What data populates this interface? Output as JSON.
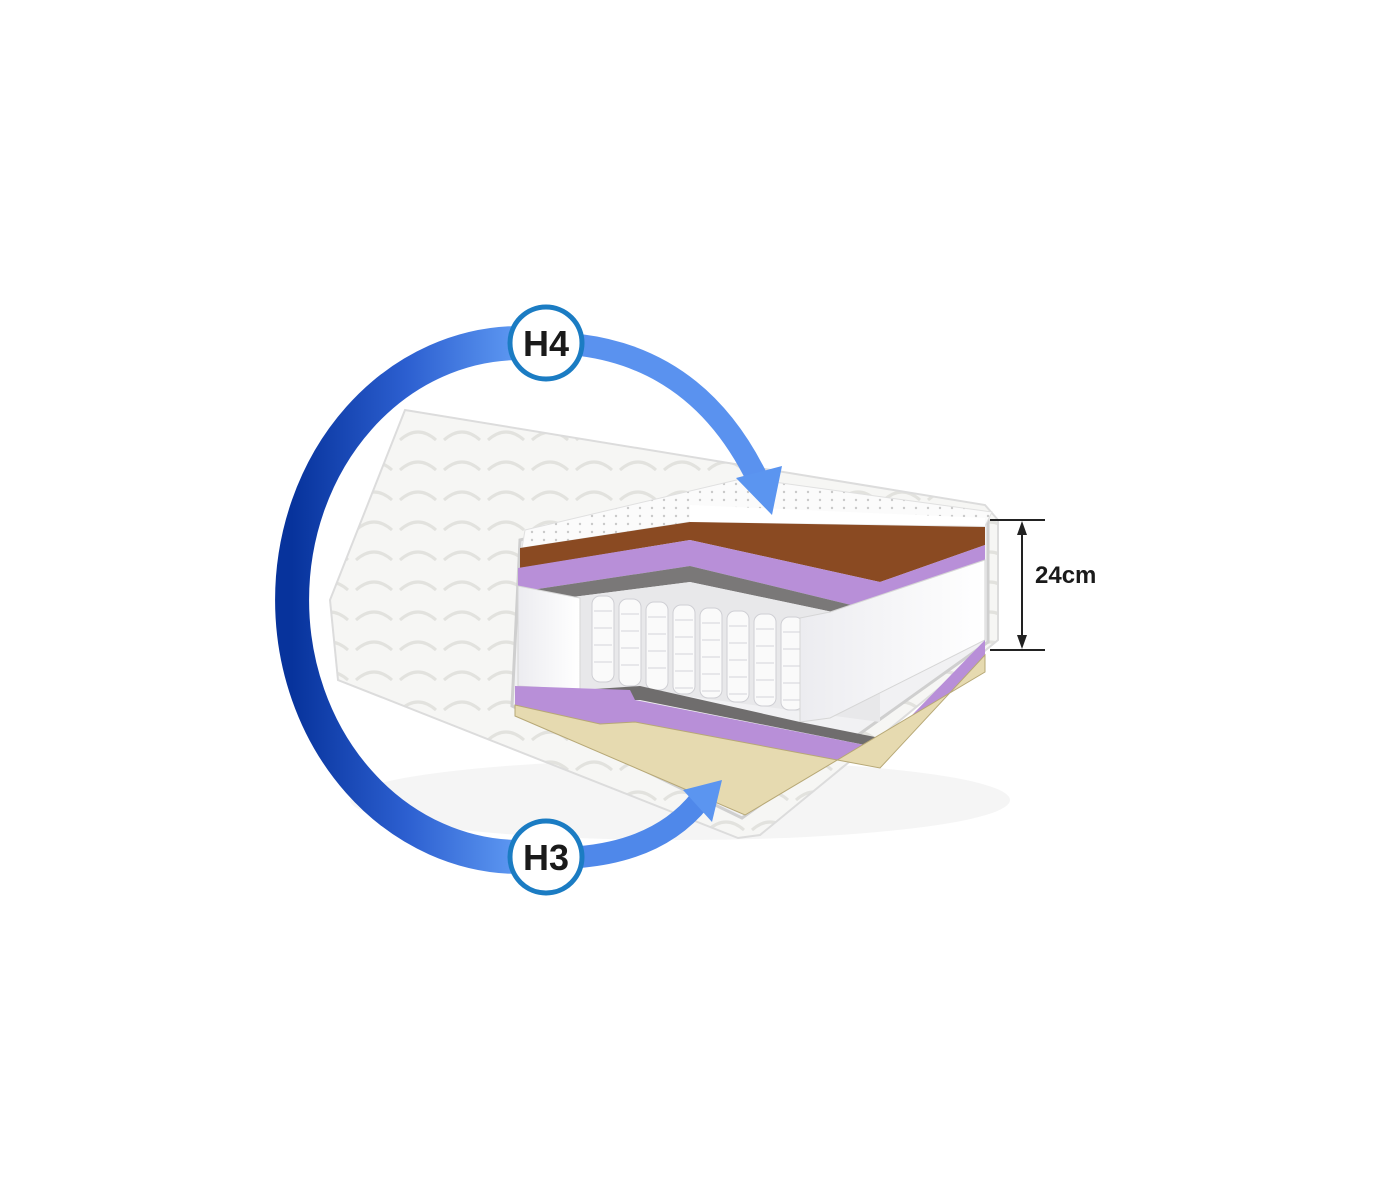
{
  "diagram": {
    "firmness_top": "H4",
    "firmness_bottom": "H3",
    "height_label": "24cm"
  },
  "colors": {
    "arc_dark": "#0a3aa0",
    "arc_light": "#5b95f0",
    "badge_ring": "#1b7cc3",
    "coir": "#8a4a22",
    "foam_purple": "#b88fd8",
    "felt": "#7a7878",
    "bottom_foam": "#e6dab0"
  }
}
